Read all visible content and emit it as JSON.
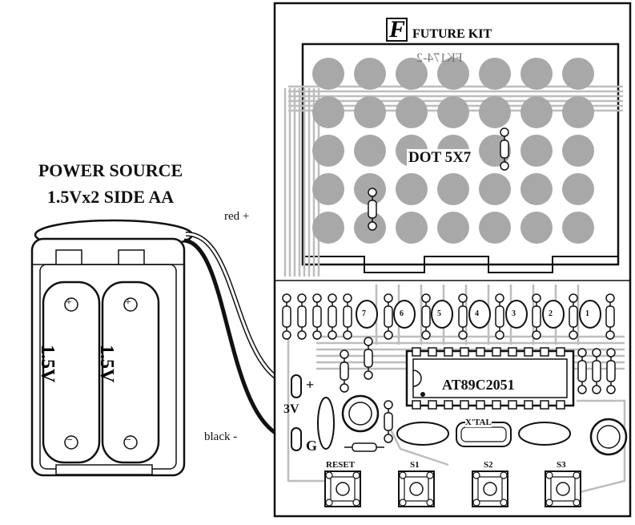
{
  "power": {
    "title_line1": "POWER SOURCE",
    "title_line2": "1.5Vx2 SIDE AA",
    "battery_left_label": "1.5V",
    "battery_right_label": "1.5V",
    "plus_symbol": "+",
    "minus_symbol": "−"
  },
  "wires": {
    "red_label": "red +",
    "black_label": "black -"
  },
  "pcb": {
    "brand_logo": "F",
    "brand_text": "FUTURE KIT",
    "mirror_code": "FK174-2",
    "display_label": "DOT 5X7",
    "chip_label": "AT89C2051",
    "crystal_label": "X'TAL",
    "terminal_plus": "+",
    "terminal_voltage": "3V",
    "terminal_ground": "G",
    "transistor_numbers": [
      "7",
      "6",
      "5",
      "4",
      "3",
      "2",
      "1"
    ],
    "buttons": [
      "RESET",
      "S1",
      "S2",
      "S3"
    ]
  },
  "colors": {
    "dot_gray": "#a8a8a8",
    "trace_gray": "#bdbdbd",
    "outline": "#111111",
    "red_wire": "#ffffff",
    "black_wire": "#111111"
  }
}
